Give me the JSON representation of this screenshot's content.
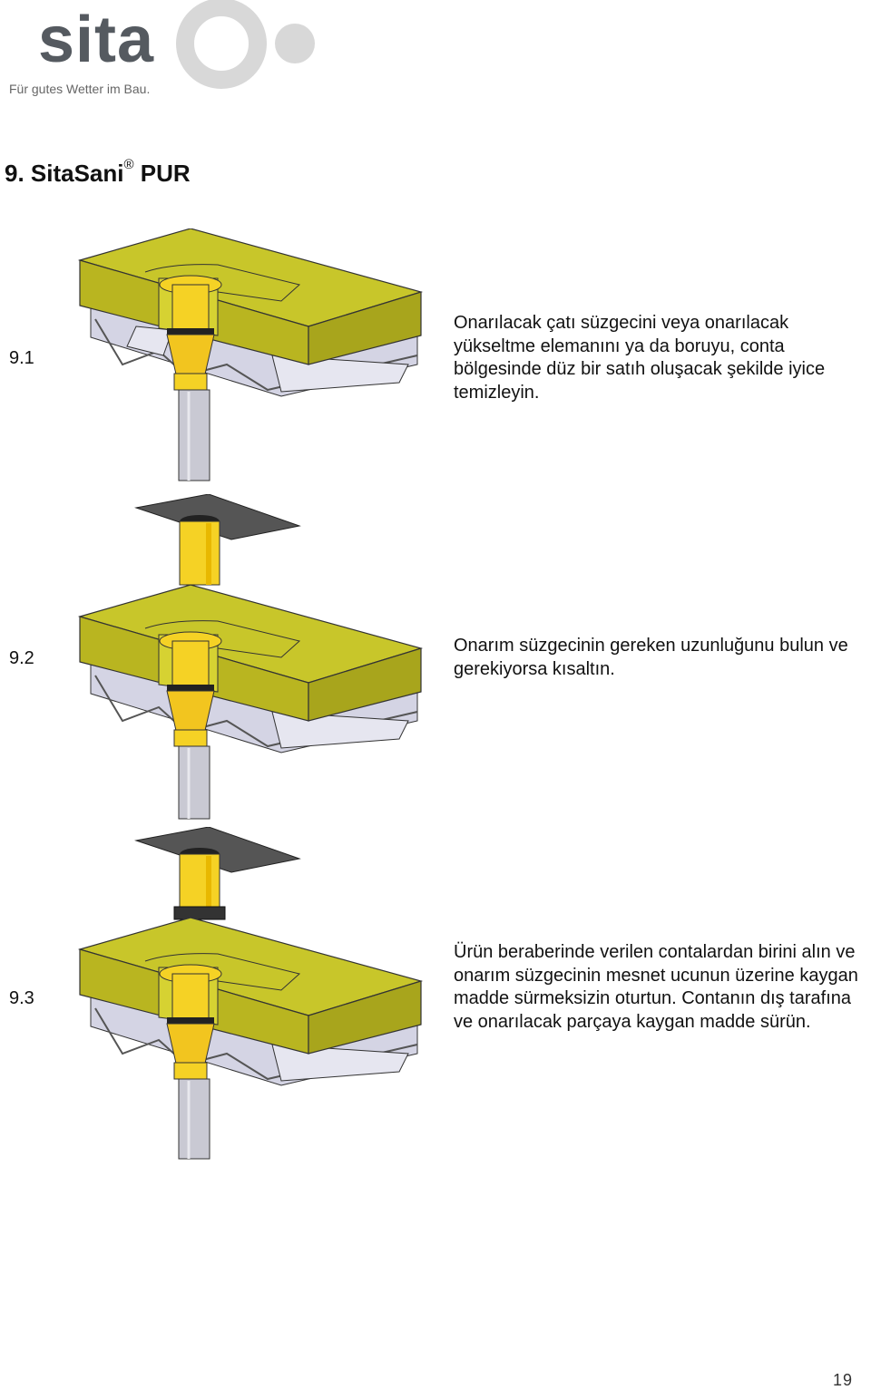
{
  "logo": {
    "wordmark": "sita",
    "tagline": "Für gutes Wetter im Bau."
  },
  "title": {
    "text": "9. SitaSani",
    "reg": "®",
    "suffix": " PUR"
  },
  "steps": [
    {
      "number": "9.1",
      "text": "Onarılacak çatı süzgecini veya onarılacak yükseltme elemanını ya da boruyu, conta bölgesinde düz bir satıh oluşacak şekilde iyice temizleyin."
    },
    {
      "number": "9.2",
      "text": "Onarım süzgecinin gereken uzunluğunu bulun ve gerekiyorsa kısaltın."
    },
    {
      "number": "9.3",
      "text": "Ürün beraberinde verilen contalardan birini alın ve onarım süzgecinin mesnet ucunun üzerine kaygan madde sürmeksizin oturtun. Contanın dış tarafına ve onarılacak parçaya kaygan madde sürün."
    }
  ],
  "page_number": "19",
  "colors": {
    "insulation": "#c8c62a",
    "insulation_top": "#b9b520",
    "deck": "#d4d4e4",
    "pipe_yellow": "#f5d225",
    "pipe_grey": "#c9c9d3",
    "flange_dark": "#555555",
    "logo_grey": "#555a60",
    "logo_light": "#d8d8d8"
  }
}
